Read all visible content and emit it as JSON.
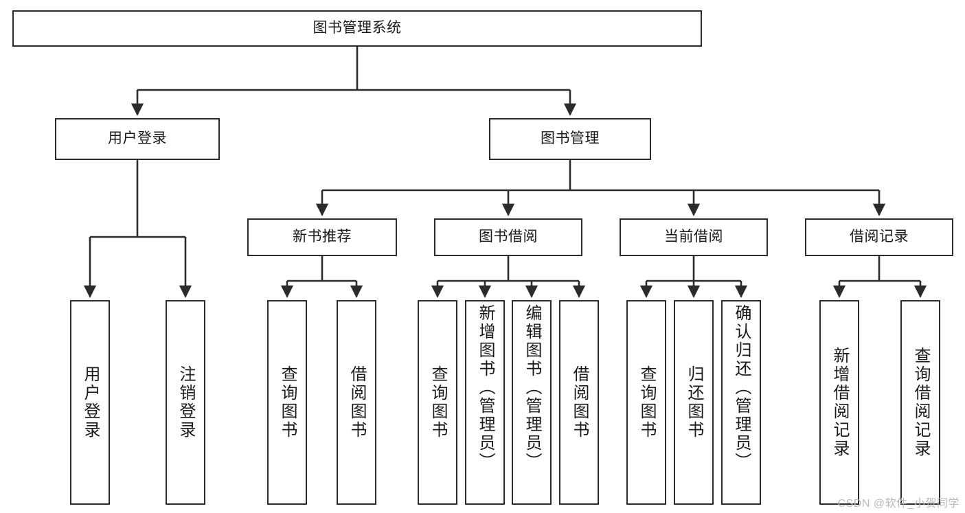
{
  "diagram": {
    "title": "图书管理系统",
    "type": "hierarchy-tree",
    "watermark": "CSDN @软件_小贺同学",
    "colors": {
      "stroke": "#2b2b2b",
      "fill": "#ffffff",
      "text": "#1a1a1a",
      "watermark": "#b9b9b9"
    },
    "levels": [
      {
        "level": 1,
        "nodes": [
          {
            "id": "root",
            "label": "图书管理系统",
            "orientation": "horizontal"
          }
        ]
      },
      {
        "level": 2,
        "nodes": [
          {
            "id": "user-login",
            "label": "用户登录",
            "orientation": "horizontal",
            "parent": "root"
          },
          {
            "id": "book-manage",
            "label": "图书管理",
            "orientation": "horizontal",
            "parent": "root"
          }
        ]
      },
      {
        "level": 3,
        "nodes": [
          {
            "id": "new-book-rec",
            "label": "新书推荐",
            "orientation": "horizontal",
            "parent": "book-manage"
          },
          {
            "id": "book-borrow",
            "label": "图书借阅",
            "orientation": "horizontal",
            "parent": "book-manage"
          },
          {
            "id": "current-borrow",
            "label": "当前借阅",
            "orientation": "horizontal",
            "parent": "book-manage"
          },
          {
            "id": "borrow-record",
            "label": "借阅记录",
            "orientation": "horizontal",
            "parent": "book-manage"
          }
        ]
      },
      {
        "level": 4,
        "nodes": [
          {
            "id": "leaf-user-login",
            "label": "用户登录",
            "orientation": "vertical",
            "parent": "user-login"
          },
          {
            "id": "leaf-user-logout",
            "label": "注销登录",
            "orientation": "vertical",
            "parent": "user-login"
          },
          {
            "id": "leaf-query-book-1",
            "label": "查询图书",
            "orientation": "vertical",
            "parent": "new-book-rec"
          },
          {
            "id": "leaf-borrow-book-1",
            "label": "借阅图书",
            "orientation": "vertical",
            "parent": "new-book-rec"
          },
          {
            "id": "leaf-query-book-2",
            "label": "查询图书",
            "orientation": "vertical",
            "parent": "book-borrow"
          },
          {
            "id": "leaf-add-book",
            "label": "新增图书（管理员）",
            "orientation": "vertical",
            "parent": "book-borrow"
          },
          {
            "id": "leaf-edit-book",
            "label": "编辑图书（管理员）",
            "orientation": "vertical",
            "parent": "book-borrow"
          },
          {
            "id": "leaf-borrow-book-2",
            "label": "借阅图书",
            "orientation": "vertical",
            "parent": "book-borrow"
          },
          {
            "id": "leaf-query-book-3",
            "label": "查询图书",
            "orientation": "vertical",
            "parent": "current-borrow"
          },
          {
            "id": "leaf-return-book",
            "label": "归还图书",
            "orientation": "vertical",
            "parent": "current-borrow"
          },
          {
            "id": "leaf-confirm-return",
            "label": "确认归还（管理员）",
            "orientation": "vertical",
            "parent": "current-borrow"
          },
          {
            "id": "leaf-add-record",
            "label": "新增借阅记录",
            "orientation": "vertical",
            "parent": "borrow-record"
          },
          {
            "id": "leaf-query-record",
            "label": "查询借阅记录",
            "orientation": "vertical",
            "parent": "borrow-record"
          }
        ]
      }
    ]
  }
}
